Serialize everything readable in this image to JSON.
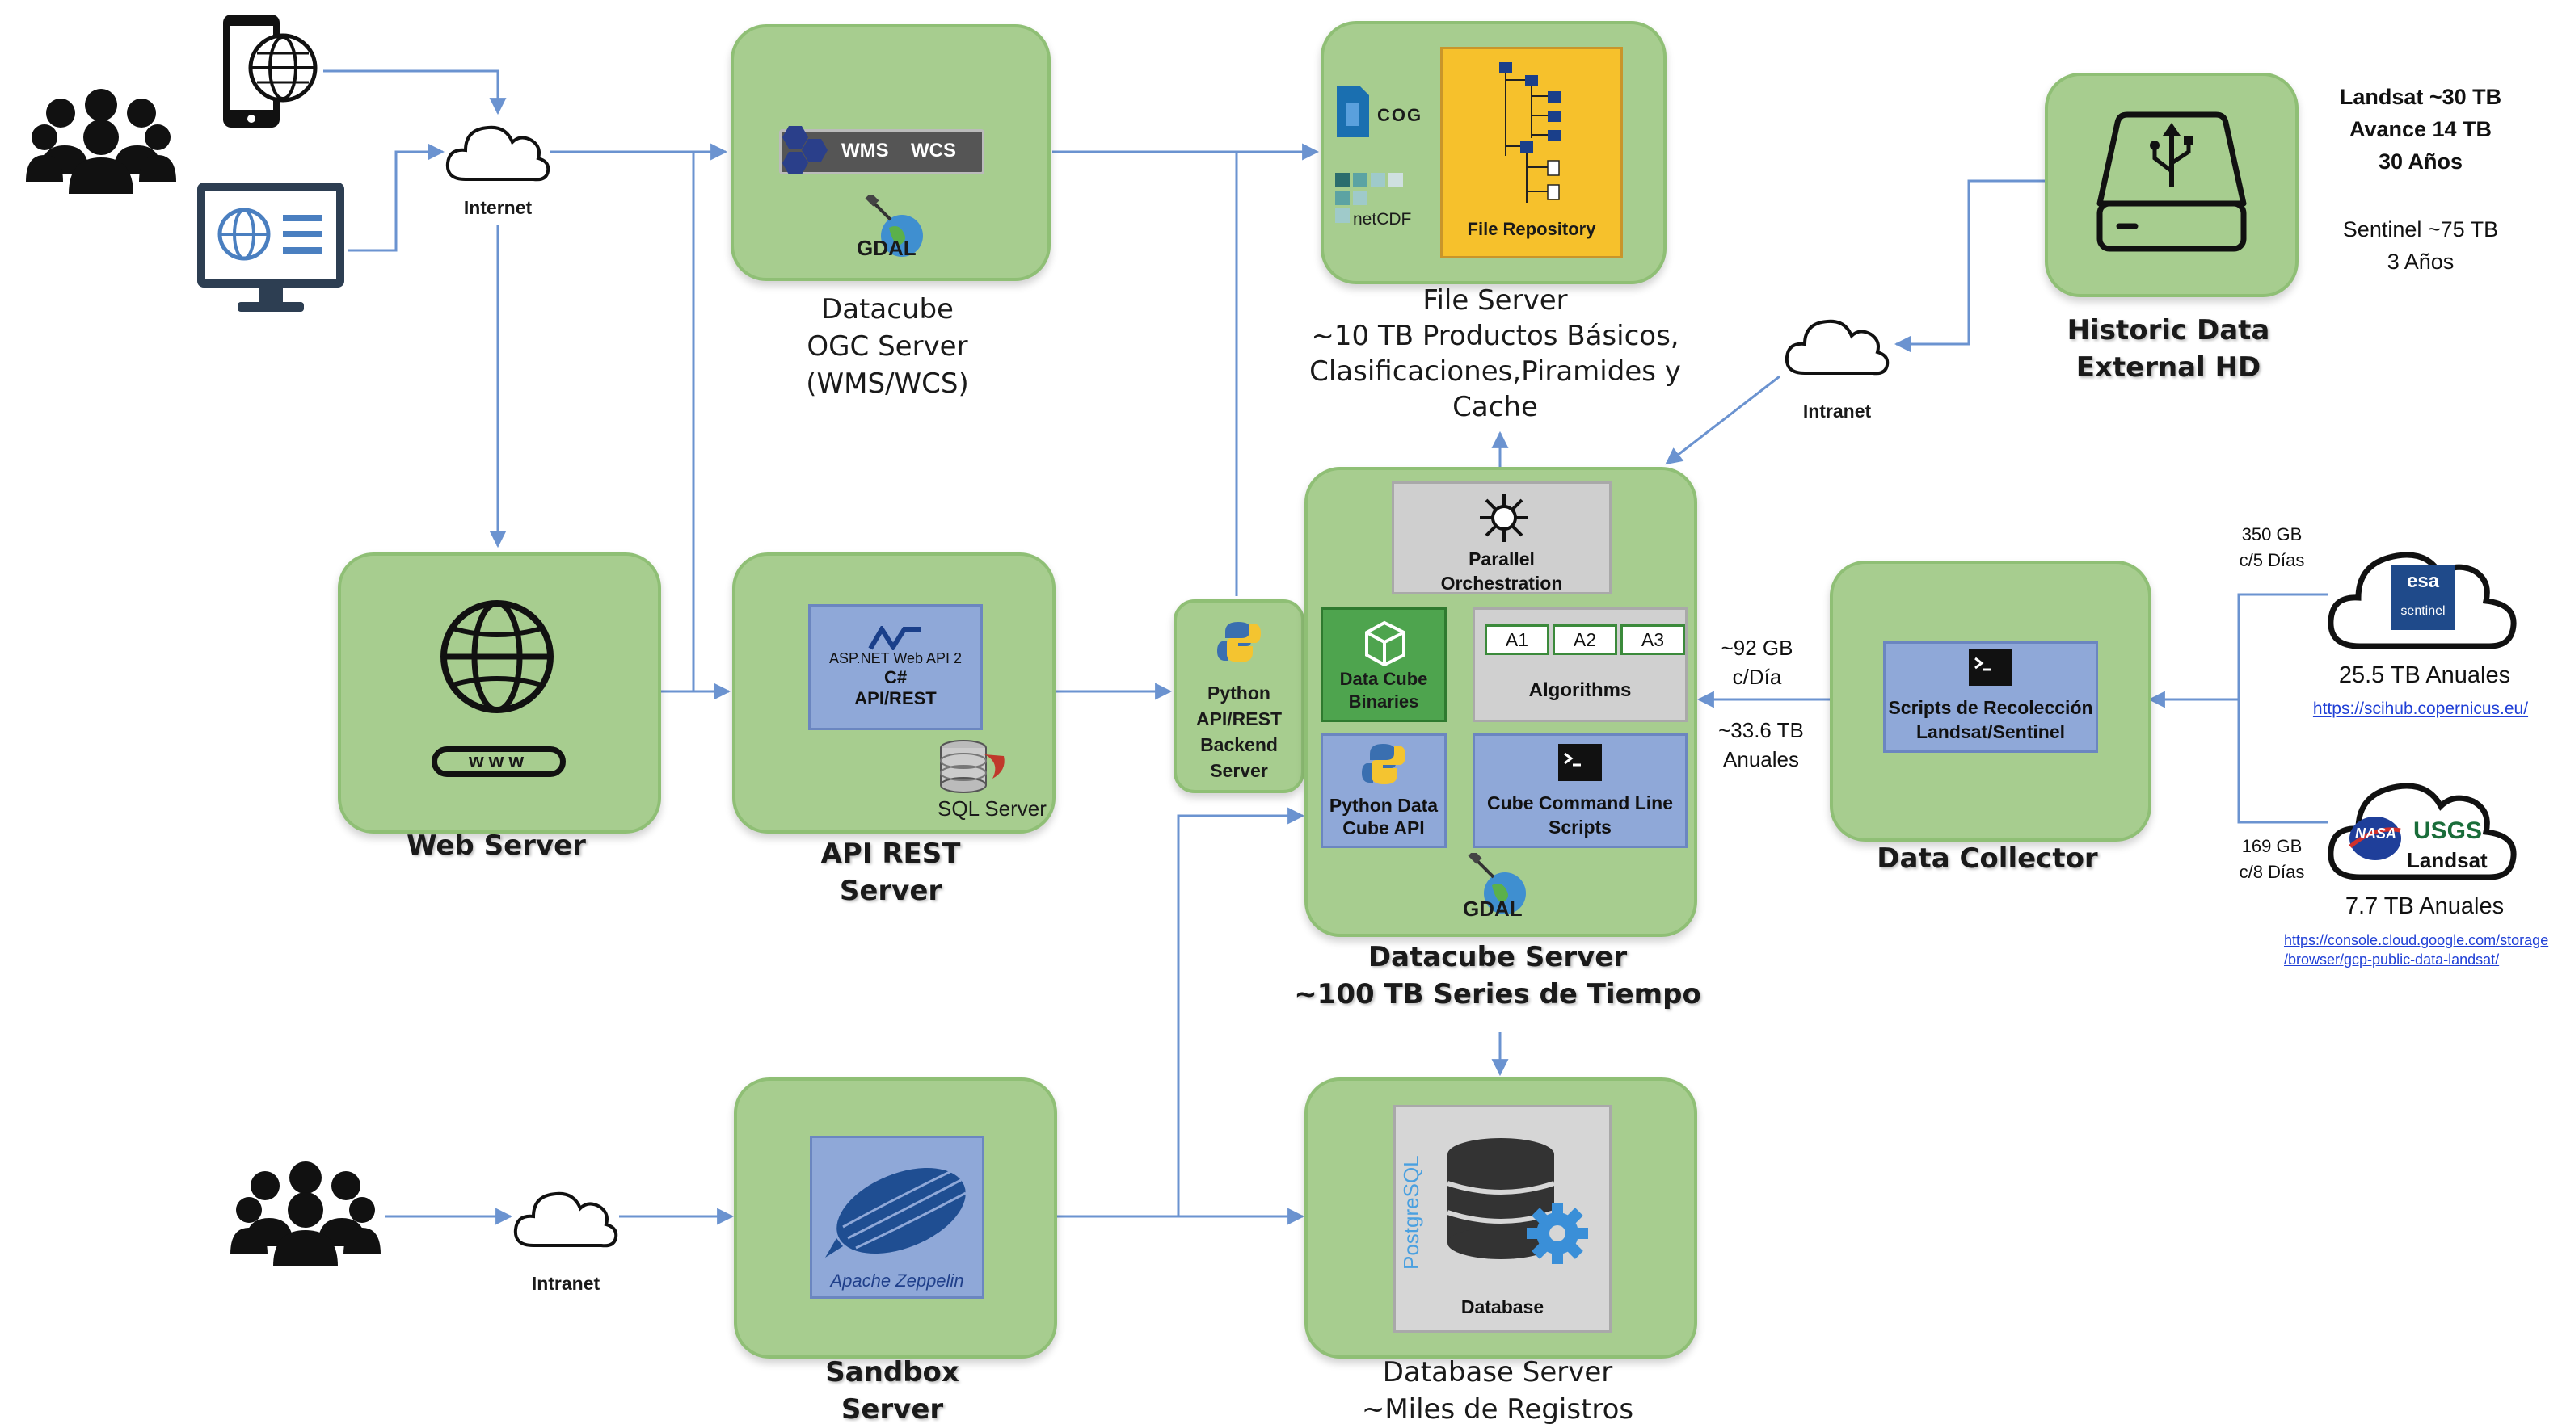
{
  "colors": {
    "box_fill": "#a7cd8f",
    "box_border": "#8fbf75",
    "sub_blue": "#8fa8d8",
    "arrow": "#6b93d0",
    "repo_yellow": "#f6c12c"
  },
  "datacube_ogc": {
    "wms": "WMS",
    "wcs": "WCS",
    "gdal": "GDAL",
    "title": [
      "Datacube",
      "OGC Server",
      "(WMS/WCS)"
    ]
  },
  "file_server": {
    "cog": "COG",
    "netcdf": "netCDF",
    "repo": "File Repository",
    "title": [
      "File Server",
      "~10 TB Productos Básicos,",
      "Clasificaciones,Piramides y",
      "Cache"
    ]
  },
  "historic": {
    "title": [
      "Historic Data",
      "External HD"
    ],
    "notes": [
      "Landsat ~30 TB",
      "Avance 14 TB",
      "30 Años"
    ],
    "notes2": [
      "Sentinel ~75 TB",
      "3 Años"
    ]
  },
  "clouds": {
    "internet": "Internet",
    "intranet_top": "Intranet",
    "intranet_bottom": "Intranet"
  },
  "web_server": {
    "www": "www",
    "title": "Web Server"
  },
  "api_rest": {
    "aspnet": "ASP.NET Web API 2",
    "csharp": "C#",
    "apirest": "API/REST",
    "sqlserver": "SQL Server",
    "title": [
      "API REST",
      "Server"
    ]
  },
  "python_backend": {
    "lines": [
      "Python",
      "API/REST",
      "Backend",
      "Server"
    ]
  },
  "datacube_server": {
    "parallel": [
      "Parallel",
      "Orchestration"
    ],
    "binaries": [
      "Data Cube",
      "Binaries"
    ],
    "algorithms": "Algorithms",
    "a1": "A1",
    "a2": "A2",
    "a3": "A3",
    "pyapi": [
      "Python Data",
      "Cube API"
    ],
    "cmd": [
      "Cube Command Line",
      "Scripts"
    ],
    "gdal": "GDAL",
    "title": [
      "Datacube Server",
      "~100 TB Series de Tiempo"
    ]
  },
  "flows": {
    "f1": [
      "~92 GB",
      "c/Día"
    ],
    "f2": [
      "~33.6 TB",
      "Anuales"
    ]
  },
  "data_collector": {
    "scripts": [
      "Scripts de Recolección",
      "Landsat/Sentinel"
    ],
    "title": "Data Collector"
  },
  "sentinel": {
    "rate": [
      "350 GB",
      "c/5 Días"
    ],
    "esa": "esa",
    "badge": "sentinel",
    "annual": "25.5 TB Anuales",
    "url": "https://scihub.copernicus.eu/"
  },
  "landsat": {
    "rate": [
      "169 GB",
      "c/8 Días"
    ],
    "nasa": "NASA",
    "usgs": "USGS",
    "badge": "Landsat",
    "annual": "7.7 TB Anuales",
    "url": [
      "https://console.cloud.google.com/storage",
      "/browser/gcp-public-data-landsat/"
    ]
  },
  "sandbox": {
    "zeppelin": "Apache Zeppelin",
    "title": [
      "Sandbox",
      "Server"
    ]
  },
  "database": {
    "postgres": "PostgreSQL",
    "db": "Database",
    "title": [
      "Database Server",
      "~Miles de Registros"
    ]
  }
}
